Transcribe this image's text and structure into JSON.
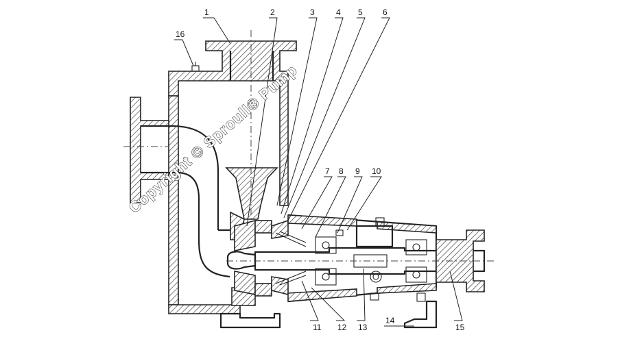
{
  "watermark": "Copyright © Sproull® Pump",
  "callouts": [
    "1",
    "2",
    "3",
    "4",
    "5",
    "6",
    "7",
    "8",
    "9",
    "10",
    "11",
    "12",
    "13",
    "14",
    "15",
    "16"
  ]
}
